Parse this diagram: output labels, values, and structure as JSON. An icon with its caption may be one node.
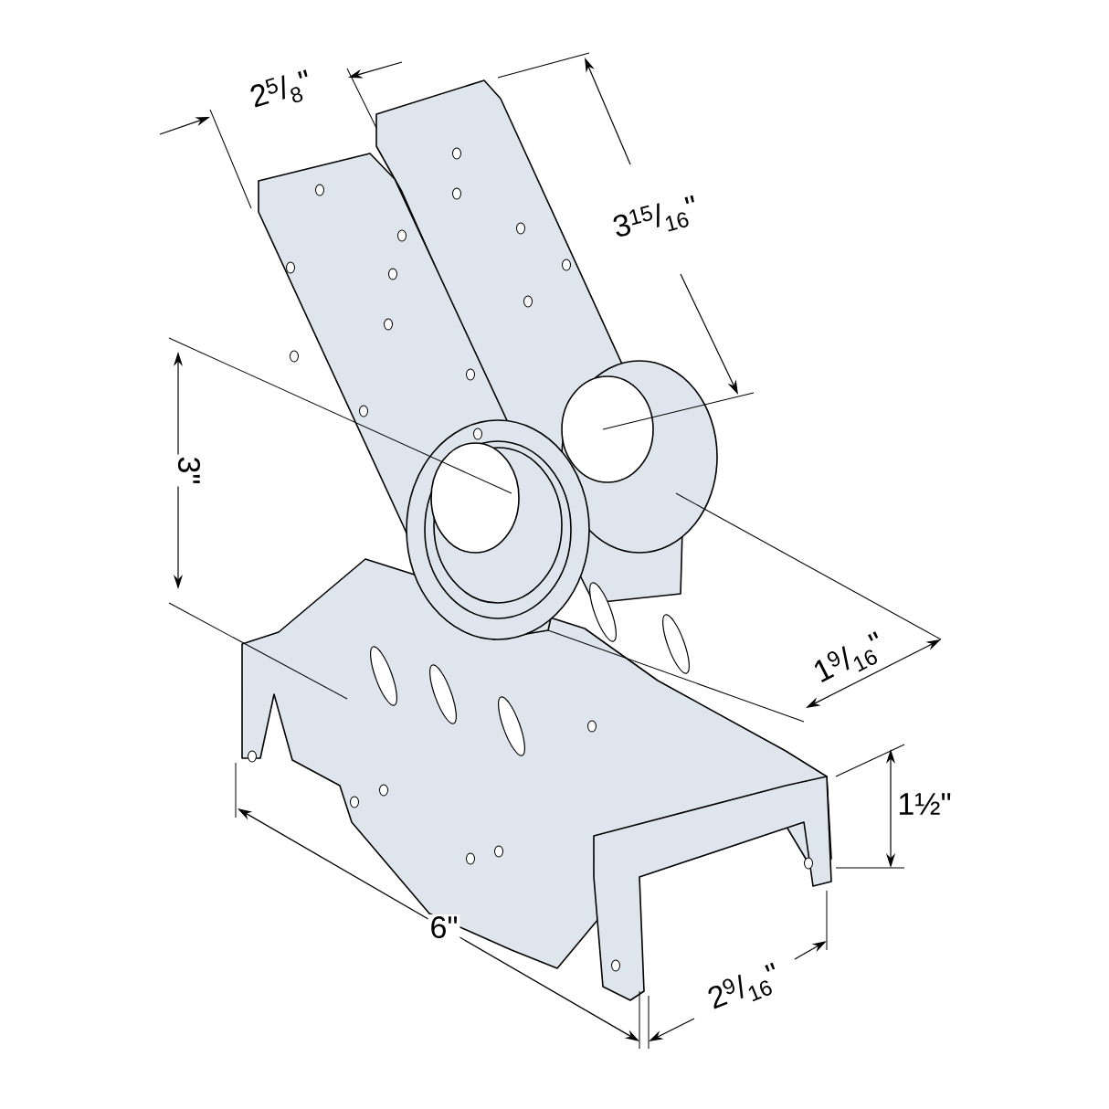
{
  "diagram": {
    "labels": [
      "2$^{5}$/$_{8}$\"",
      "3$^{15}$/$_{16}$\"",
      "3\"",
      "1$^{9}$/$_{16}$\"",
      "1½\"",
      "6\"",
      "2$^{9}$/$_{16}$\""
    ]
  }
}
